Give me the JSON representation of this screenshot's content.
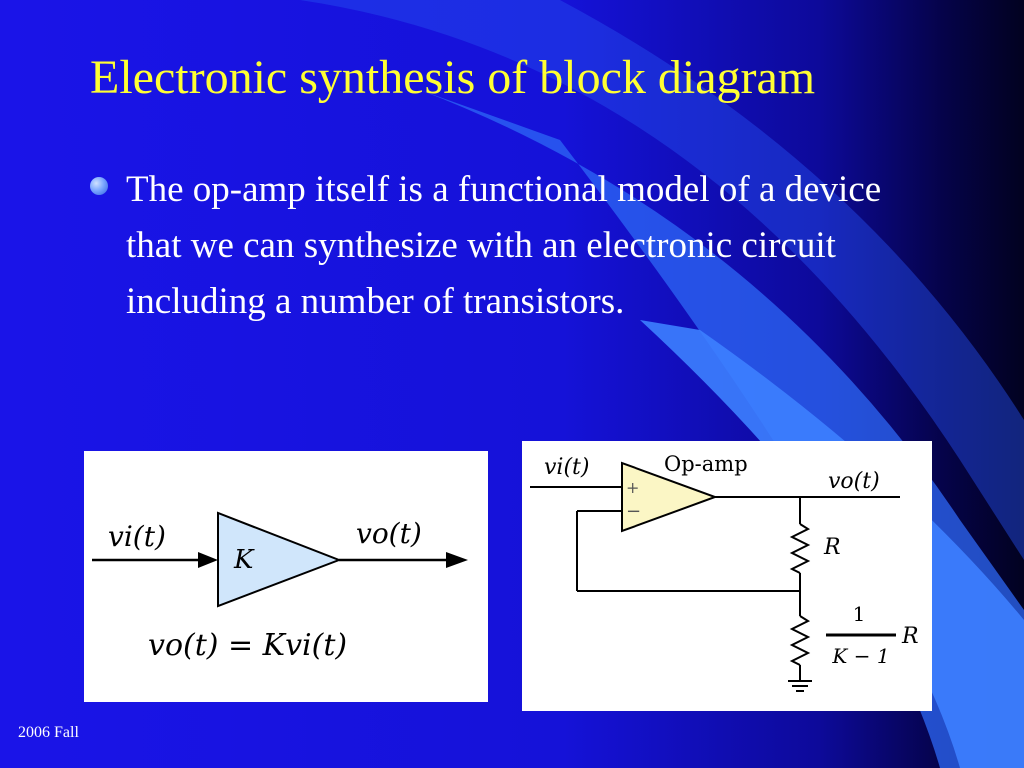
{
  "slide": {
    "title": "Electronic synthesis of block diagram",
    "bullet": "The op-amp itself is a functional model of a device that we can synthesize with an electronic circuit including a number of transistors.",
    "footer": "2006 Fall"
  },
  "block_diagram": {
    "input_label": "vi(t)",
    "output_label": "vo(t)",
    "gain_label": "K",
    "equation": "vo(t) = Kvi(t)"
  },
  "circuit": {
    "input_label": "vi(t)",
    "opamp_label": "Op-amp",
    "output_label": "vo(t)",
    "plus_sign": "+",
    "minus_sign": "−",
    "r_top_label": "R",
    "frac_numerator": "1",
    "frac_denominator": "K − 1",
    "r_bottom_label": "R"
  },
  "colors": {
    "title": "#ffff33",
    "text": "#ffffff",
    "amplifier_fill": "#d0e6fb",
    "opamp_fill": "#fbf6c5"
  }
}
